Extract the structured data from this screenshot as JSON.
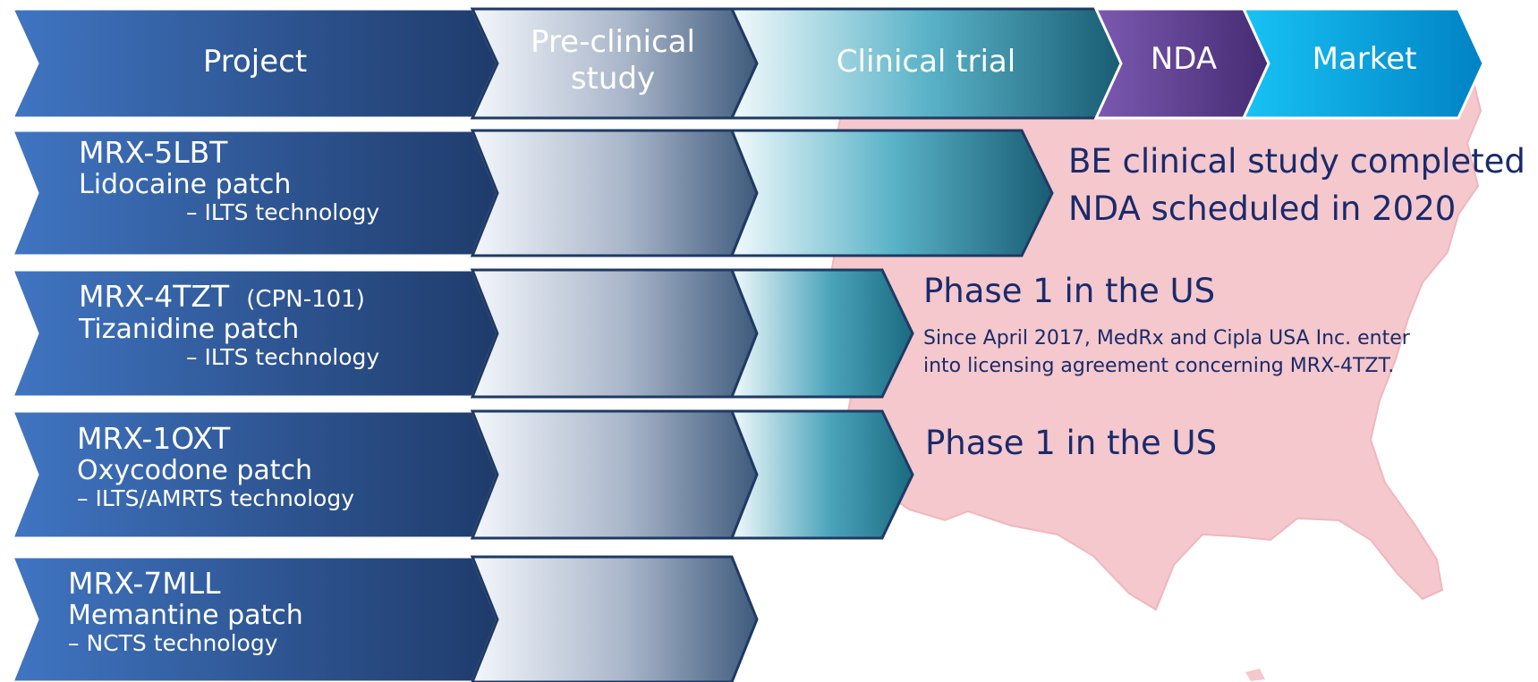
{
  "header": {
    "project": "Project",
    "preclinical_line1": "Pre-clinical",
    "preclinical_line2": "study",
    "clinical": "Clinical trial",
    "nda": "NDA",
    "market": "Market"
  },
  "projects": [
    {
      "code": "MRX-5LBT",
      "partner": "",
      "drug": "Lidocaine patch",
      "technology": "– ILTS technology",
      "stage_reached": "Clinical trial",
      "status_line1": "BE clinical study completed",
      "status_line2": "NDA scheduled in 2020"
    },
    {
      "code": "MRX-4TZT",
      "partner": "(CPN-101)",
      "drug": "Tizanidine patch",
      "technology": "– ILTS technology",
      "stage_reached": "Clinical trial",
      "status_line1": "Phase 1 in the US",
      "note_line1": "Since April 2017, MedRx and Cipla USA Inc. enter",
      "note_line2": "into licensing agreement concerning MRX-4TZT."
    },
    {
      "code": "MRX-1OXT",
      "partner": "",
      "drug": "Oxycodone patch",
      "technology": "– ILTS/AMRTS technology",
      "stage_reached": "Clinical trial",
      "status_line1": "Phase 1 in the US"
    },
    {
      "code": "MRX-7MLL",
      "partner": "",
      "drug": "Memantine patch",
      "technology": "– NCTS technology",
      "stage_reached": "Pre-clinical study"
    }
  ],
  "colors": {
    "project_dark": "#1f3b6b",
    "project_light": "#3f78c8",
    "clinical_dark": "#1d6a80",
    "nda": "#5a3f8c",
    "market": "#00a8e8",
    "text_dark": "#1a2a6c",
    "map_fill": "#f4c8cc"
  }
}
